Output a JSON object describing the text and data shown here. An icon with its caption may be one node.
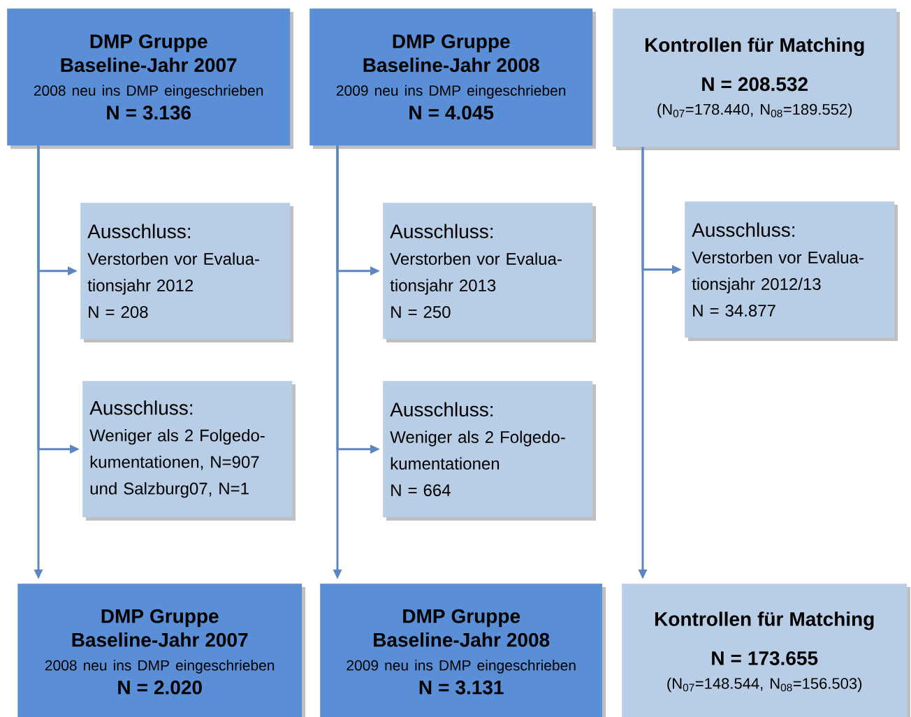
{
  "diagram": {
    "nodes": [
      {
        "text": [
          "DMP Gruppe",
          "Baseline-Jahr 2007",
          "2008 neu ins DMP eingeschrieben",
          "N = 3.136"
        ]
      },
      {
        "text": [
          "DMP Gruppe",
          "Baseline-Jahr 2008",
          "2009 neu ins DMP eingeschrieben",
          "N = 4.045"
        ]
      },
      {
        "text": [
          "Kontrollen für Matching",
          "N = 208.532",
          "(N$_{07}$=178.440, N$_{08}$=189.552)"
        ]
      },
      {
        "text": [
          "Ausschluss:",
          "Verstorben vor Evalua-tionsjahr 2012",
          "N = 208"
        ]
      },
      {
        "text": [
          "Ausschluss:",
          "Verstorben vor Evalua-tionsjahr 2013",
          "N = 250"
        ]
      },
      {
        "text": [
          "Ausschluss:",
          "Verstorben vor Evalua-tionsjahr 2012/13",
          "N = 34.877"
        ]
      },
      {
        "text": [
          "Ausschluss:",
          "Weniger als 2 Folgedo-kumentationen, N=907 und Salzburg07, N=1"
        ]
      },
      {
        "text": [
          "Ausschluss:",
          "Weniger als 2 Folgedo-kumentationen",
          "N = 664"
        ]
      },
      {
        "text": [
          "DMP Gruppe",
          "Baseline-Jahr 2007",
          "2008 neu ins DMP eingeschrieben",
          "N = 2.020"
        ]
      },
      {
        "text": [
          "DMP Gruppe",
          "Baseline-Jahr 2008",
          "2009 neu ins DMP eingeschrieben",
          "N = 3.131"
        ]
      },
      {
        "text": [
          "Kontrollen für Matching",
          "N = 173.655",
          "(N$_{07}$=148.544, N$_{08}$=156.503)"
        ]
      }
    ],
    "edges": [
      {
        "from": 0,
        "to": 8,
        "arrow": "to"
      },
      {
        "from": 0,
        "to": 3,
        "arrow": "to"
      },
      {
        "from": 0,
        "to": 6,
        "arrow": "to"
      },
      {
        "from": 1,
        "to": 9,
        "arrow": "to"
      },
      {
        "from": 1,
        "to": 4,
        "arrow": "to"
      },
      {
        "from": 1,
        "to": 7,
        "arrow": "to"
      },
      {
        "from": 2,
        "to": 10,
        "arrow": "to"
      },
      {
        "from": 2,
        "to": 5,
        "arrow": "to"
      }
    ]
  }
}
